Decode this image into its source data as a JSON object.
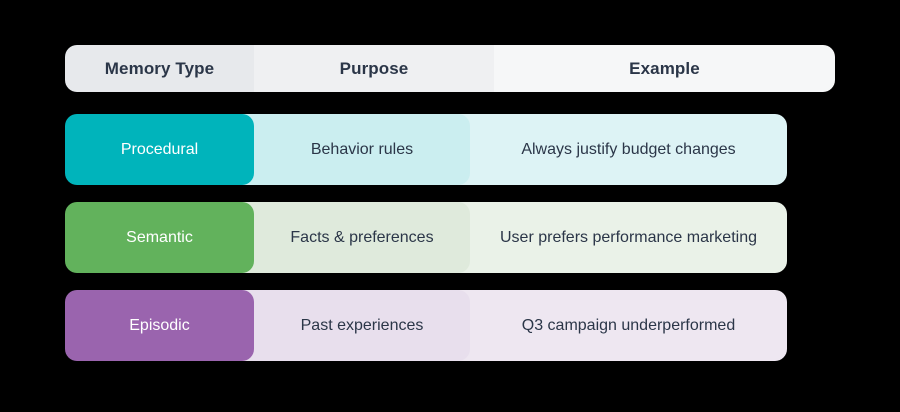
{
  "table": {
    "headers": [
      {
        "label": "Memory Type",
        "name": "header-memory-type"
      },
      {
        "label": "Purpose",
        "name": "header-purpose"
      },
      {
        "label": "Example",
        "name": "header-example"
      }
    ],
    "rows": [
      {
        "type": "Procedural",
        "purpose": "Behavior rules",
        "example": "Always justify budget changes",
        "chip_color": "#00b4bb",
        "tint_2": "#cbeef0",
        "tint_3": "#ddf3f5"
      },
      {
        "type": "Semantic",
        "purpose": "Facts & preferences",
        "example": "User prefers performance marketing",
        "chip_color": "#62b25c",
        "tint_2": "#dfeadc",
        "tint_3": "#eaf2e8"
      },
      {
        "type": "Episodic",
        "purpose": "Past experiences",
        "example": "Q3 campaign underperformed",
        "chip_color": "#9a64ae",
        "tint_2": "#e8dfed",
        "tint_3": "#eee7f1"
      }
    ]
  },
  "colors": {
    "page_background": "#000000",
    "header_col1": "#e7e9ec",
    "header_col2": "#eff0f2",
    "header_col3": "#f6f7f8",
    "text_dark": "#2b3648",
    "text_on_chip": "#ffffff"
  }
}
